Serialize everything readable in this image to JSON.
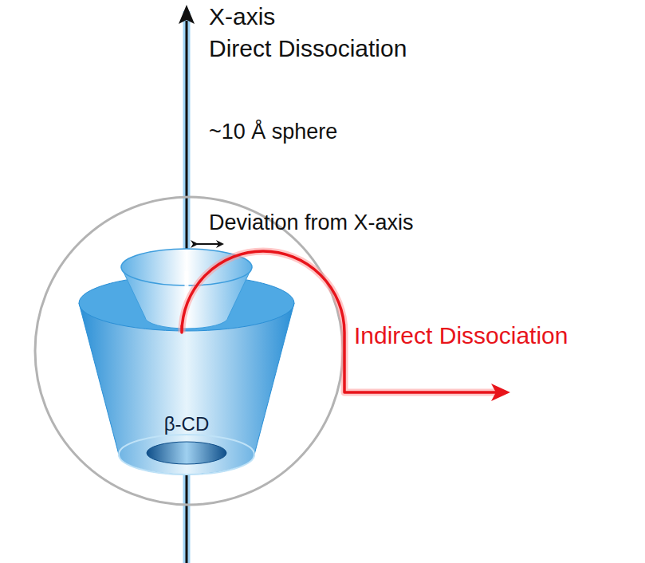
{
  "diagram": {
    "labels": [
      "X-axis",
      "Direct Dissociation",
      "~10 Å sphere",
      "Deviation from X-axis",
      "β-CD",
      "Indirect Dissociation"
    ]
  }
}
